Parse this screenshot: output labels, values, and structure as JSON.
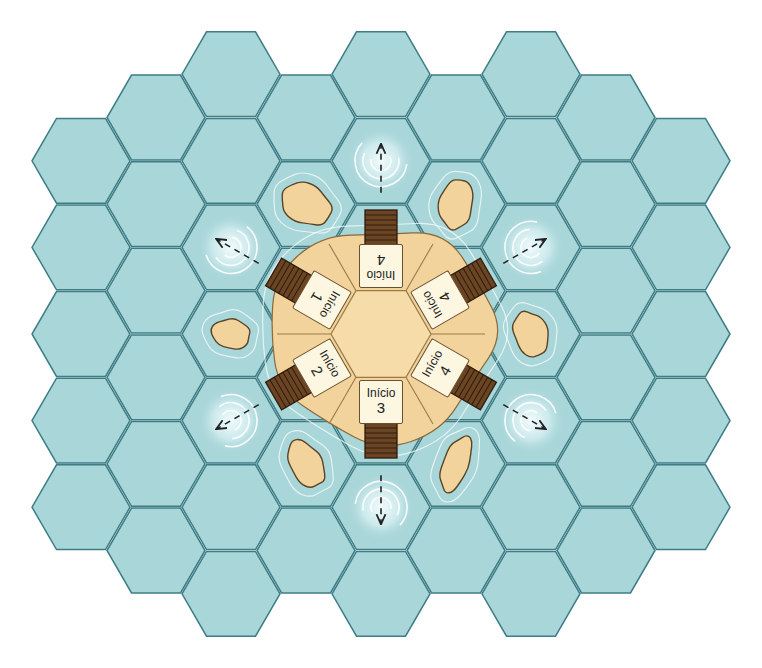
{
  "diagram": {
    "nodes": [
      {
        "text": [
          "Início",
          "4"
        ]
      },
      {
        "text": [
          "Início",
          "1"
        ]
      },
      {
        "text": [
          "Início",
          "4"
        ]
      },
      {
        "text": [
          "Início",
          "2"
        ]
      },
      {
        "text": [
          "Início",
          "4"
        ]
      },
      {
        "text": [
          "Início",
          "3"
        ]
      }
    ]
  }
}
